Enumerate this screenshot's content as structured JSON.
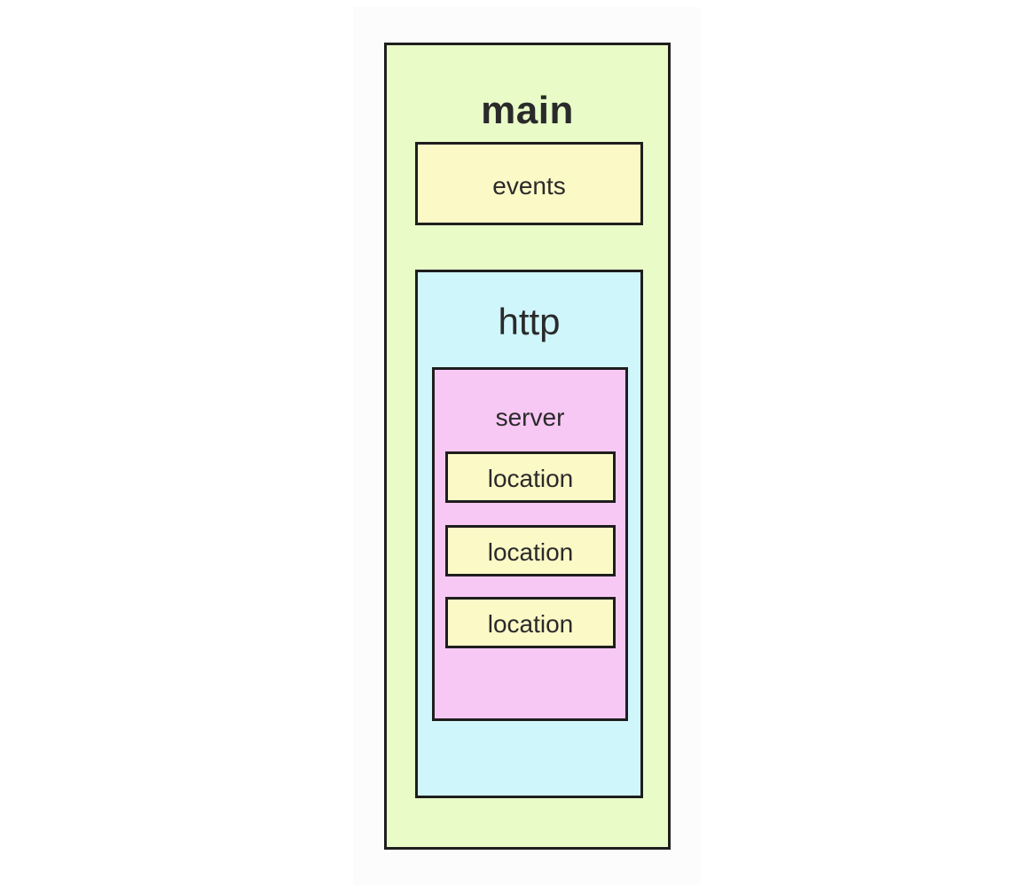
{
  "diagram": {
    "main": {
      "label": "main"
    },
    "events": {
      "label": "events"
    },
    "http": {
      "label": "http"
    },
    "server": {
      "label": "server"
    },
    "locations": [
      {
        "label": "location"
      },
      {
        "label": "location"
      },
      {
        "label": "location"
      }
    ]
  },
  "colors": {
    "main_fill": "#e9fcc8",
    "events_fill": "#fbf9c6",
    "http_fill": "#cff6fb",
    "server_fill": "#f8c8f4",
    "location_fill": "#fbf9c6",
    "border": "#1e1e1e",
    "paper": "#fcfcfd"
  }
}
